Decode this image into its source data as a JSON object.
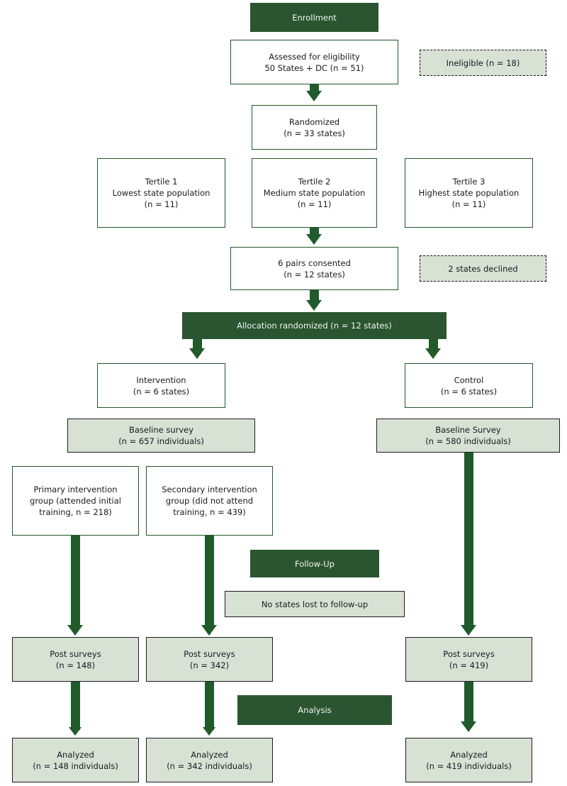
{
  "diagram": {
    "title": "CONSORT participant flow diagram",
    "colors": {
      "dark_green": "#2a5530",
      "outline_green": "#20562a",
      "light_green_fill": "#d7e1d4",
      "arrow_green": "#215a2b",
      "text": "#1b1b1b",
      "banner_text": "#f2f5f1"
    },
    "banners": {
      "enrollment": "Enrollment",
      "allocation": "Allocation randomized (n = 12 states)",
      "follow_up": "Follow-Up",
      "analysis": "Analysis"
    },
    "nodes": {
      "assessed": "Assessed for eligibility\n50 States + DC (n = 51)",
      "ineligible": "Ineligible (n = 18)",
      "randomized": "Randomized\n(n = 33 states)",
      "tertile1": "Tertile 1\nLowest state population\n(n = 11)",
      "tertile2": "Tertile 2\nMedium state population\n(n = 11)",
      "tertile3": "Tertile 3\nHighest state population\n(n = 11)",
      "pairs_consented": "6 pairs consented\n(n = 12 states)",
      "states_declined": "2 states declined",
      "intervention": "Intervention\n(n = 6 states)",
      "control": "Control\n(n = 6 states)",
      "baseline_survey_intervention": "Baseline survey\n(n = 657 individuals)",
      "baseline_survey_control": "Baseline Survey\n(n = 580 individuals)",
      "primary_group": "Primary intervention\ngroup (attended initial\ntraining, n = 218)",
      "secondary_group": "Secondary intervention\ngroup (did not attend\ntraining, n = 439)",
      "no_states_lost": "No states lost to follow-up",
      "post_surveys_primary": "Post surveys\n(n = 148)",
      "post_surveys_secondary": "Post surveys\n(n = 342)",
      "post_surveys_control": "Post surveys\n(n = 419)",
      "analyzed_primary": "Analyzed\n(n = 148 individuals)",
      "analyzed_secondary": "Analyzed\n(n = 342 individuals)",
      "analyzed_control": "Analyzed\n(n = 419 individuals)"
    }
  }
}
